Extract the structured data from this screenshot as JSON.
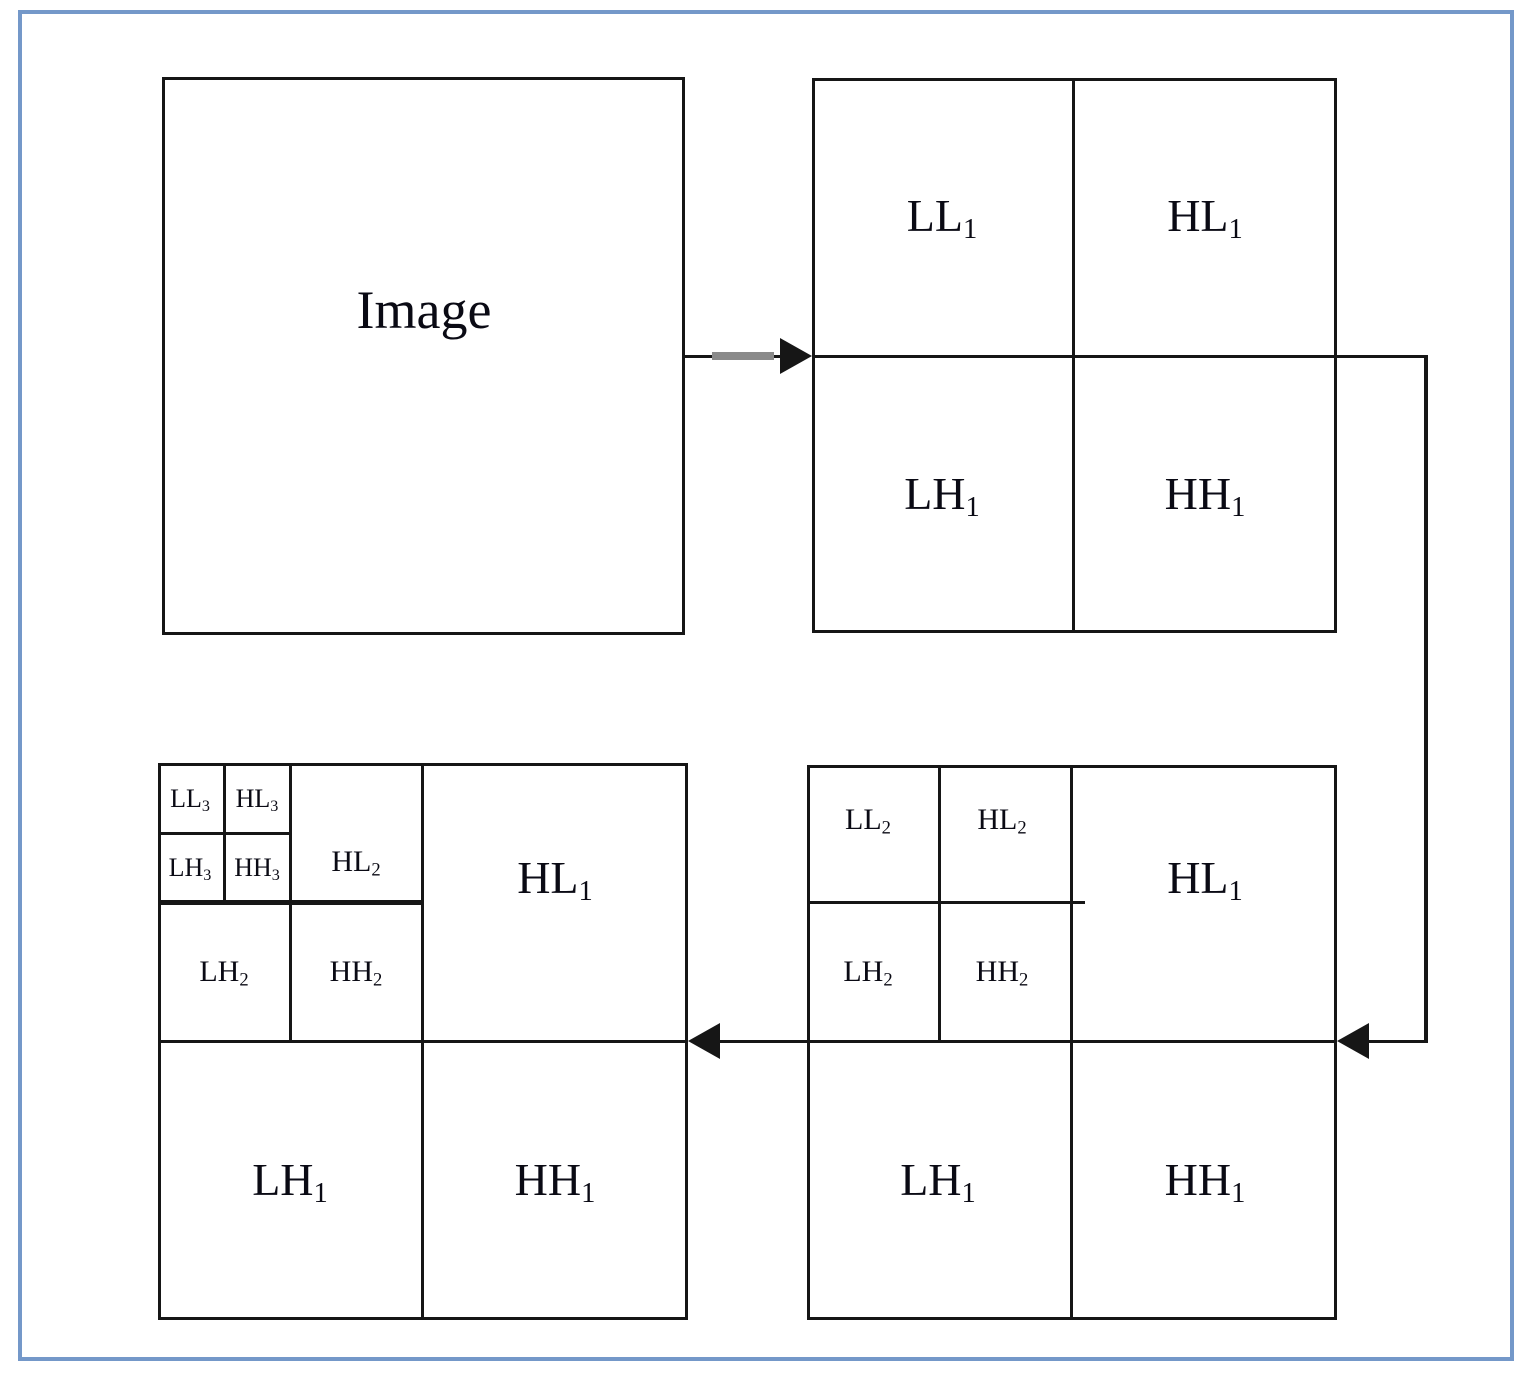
{
  "colors": {
    "frame_blue": "#7498c9",
    "line_black": "#161616",
    "gray_segment": "#8a8a8a"
  },
  "image_box": {
    "label": "Image"
  },
  "dwt_level1_box": {
    "ll": {
      "base": "LL",
      "sub": "1"
    },
    "hl": {
      "base": "HL",
      "sub": "1"
    },
    "lh": {
      "base": "LH",
      "sub": "1"
    },
    "hh": {
      "base": "HH",
      "sub": "1"
    }
  },
  "dwt_level2_box": {
    "ll2": {
      "base": "LL",
      "sub": "2"
    },
    "hl2": {
      "base": "HL",
      "sub": "2"
    },
    "lh2": {
      "base": "LH",
      "sub": "2"
    },
    "hh2": {
      "base": "HH",
      "sub": "2"
    },
    "hl1": {
      "base": "HL",
      "sub": "1"
    },
    "lh1": {
      "base": "LH",
      "sub": "1"
    },
    "hh1": {
      "base": "HH",
      "sub": "1"
    }
  },
  "dwt_level3_box": {
    "ll3": {
      "base": "LL",
      "sub": "3"
    },
    "hl3": {
      "base": "HL",
      "sub": "3"
    },
    "lh3": {
      "base": "LH",
      "sub": "3"
    },
    "hh3": {
      "base": "HH",
      "sub": "3"
    },
    "hl2": {
      "base": "HL",
      "sub": "2"
    },
    "lh2": {
      "base": "LH",
      "sub": "2"
    },
    "hh2": {
      "base": "HH",
      "sub": "2"
    },
    "hl1": {
      "base": "HL",
      "sub": "1"
    },
    "lh1": {
      "base": "LH",
      "sub": "1"
    },
    "hh1": {
      "base": "HH",
      "sub": "1"
    }
  }
}
